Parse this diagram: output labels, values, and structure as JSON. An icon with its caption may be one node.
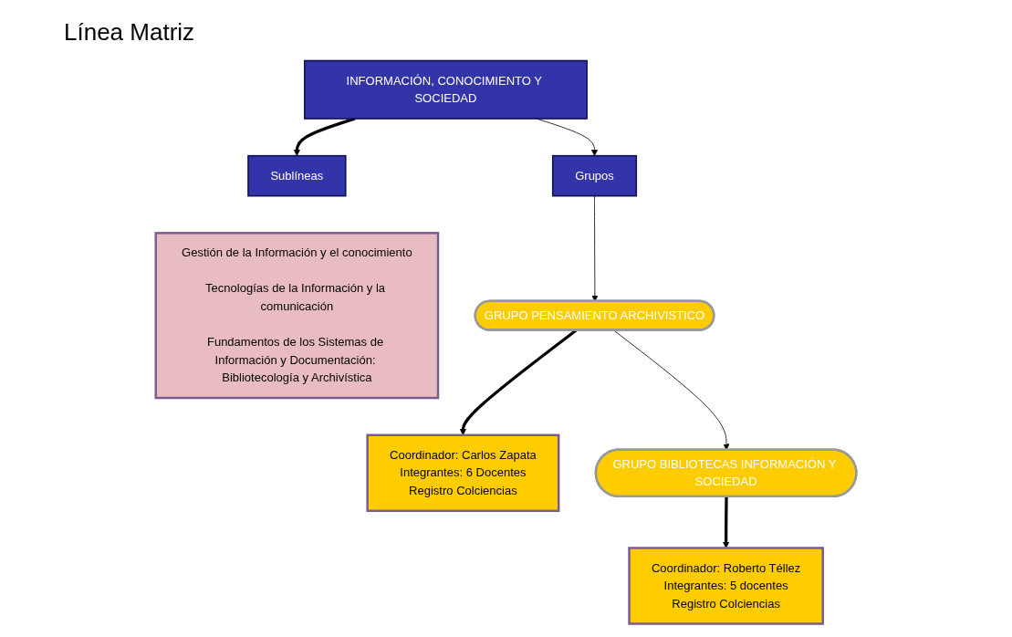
{
  "diagram": {
    "title": "Línea Matriz",
    "nodes": [
      {
        "text": [
          "INFORMACIÓN, CONOCIMIENTO Y SOCIEDAD"
        ]
      },
      {
        "text": [
          "Sublíneas"
        ]
      },
      {
        "text": [
          "Grupos"
        ]
      },
      {
        "text": [
          "Gestión de la Información y el conocimiento",
          "Tecnologías de la Información y la comunicación",
          "Fundamentos de los Sistemas de Información y Documentación: Bibliotecología y Archivística"
        ]
      },
      {
        "text": [
          "GRUPO PENSAMIENTO ARCHIVISTICO"
        ]
      },
      {
        "text": [
          "Coordinador:  Carlos Zapata",
          "Integrantes: 6 Docentes",
          "Registro Colciencias"
        ]
      },
      {
        "text": [
          "GRUPO BIBLIOTECAS INFORMACIÓN Y SOCIEDAD"
        ]
      },
      {
        "text": [
          "Coordinador: Roberto Téllez",
          "Integrantes: 5 docentes",
          "Registro Colciencias"
        ]
      }
    ],
    "edges": [
      {
        "from": 0,
        "to": 1,
        "arrow": "to",
        "style": "thick"
      },
      {
        "from": 0,
        "to": 2,
        "arrow": "to"
      },
      {
        "from": 2,
        "to": 4,
        "arrow": "to"
      },
      {
        "from": 4,
        "to": 5,
        "arrow": "to",
        "style": "thick"
      },
      {
        "from": 4,
        "to": 6,
        "arrow": "to"
      },
      {
        "from": 6,
        "to": 7,
        "arrow": "to",
        "style": "thick"
      }
    ]
  }
}
